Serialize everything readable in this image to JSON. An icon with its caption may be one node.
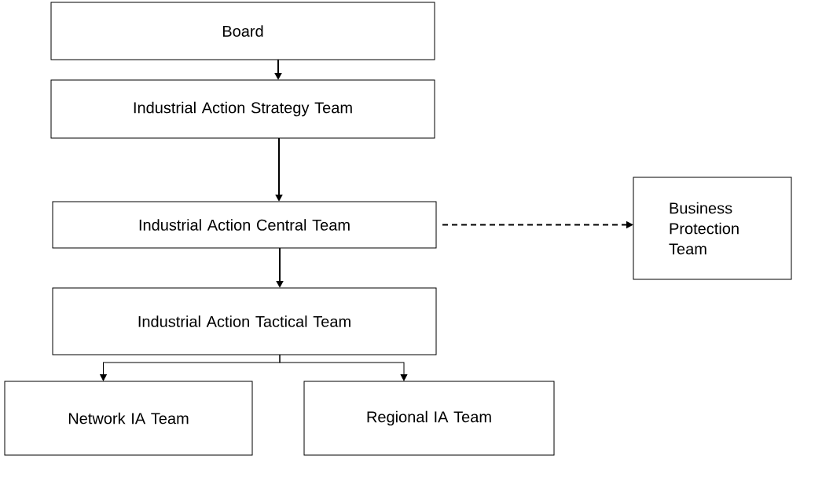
{
  "diagram": {
    "nodes": [
      {
        "text": [
          "Board"
        ]
      },
      {
        "text": [
          "Industrial Action Strategy Team"
        ]
      },
      {
        "text": [
          "Industrial Action Central Team"
        ]
      },
      {
        "text": [
          "Business Protection Team"
        ]
      },
      {
        "text": [
          "Industrial Action Tactical Team"
        ]
      },
      {
        "text": [
          "Network IA Team"
        ]
      },
      {
        "text": [
          "Regional IA Team"
        ]
      }
    ],
    "edges": [
      {
        "from": 0,
        "to": 1,
        "arrow": "to"
      },
      {
        "from": 1,
        "to": 2,
        "arrow": "to"
      },
      {
        "from": 2,
        "to": 3,
        "arrow": "to",
        "style": "dashed"
      },
      {
        "from": 2,
        "to": 4,
        "arrow": "to"
      },
      {
        "from": 4,
        "to": 5,
        "arrow": "to"
      },
      {
        "from": 4,
        "to": 6,
        "arrow": "to"
      }
    ]
  }
}
